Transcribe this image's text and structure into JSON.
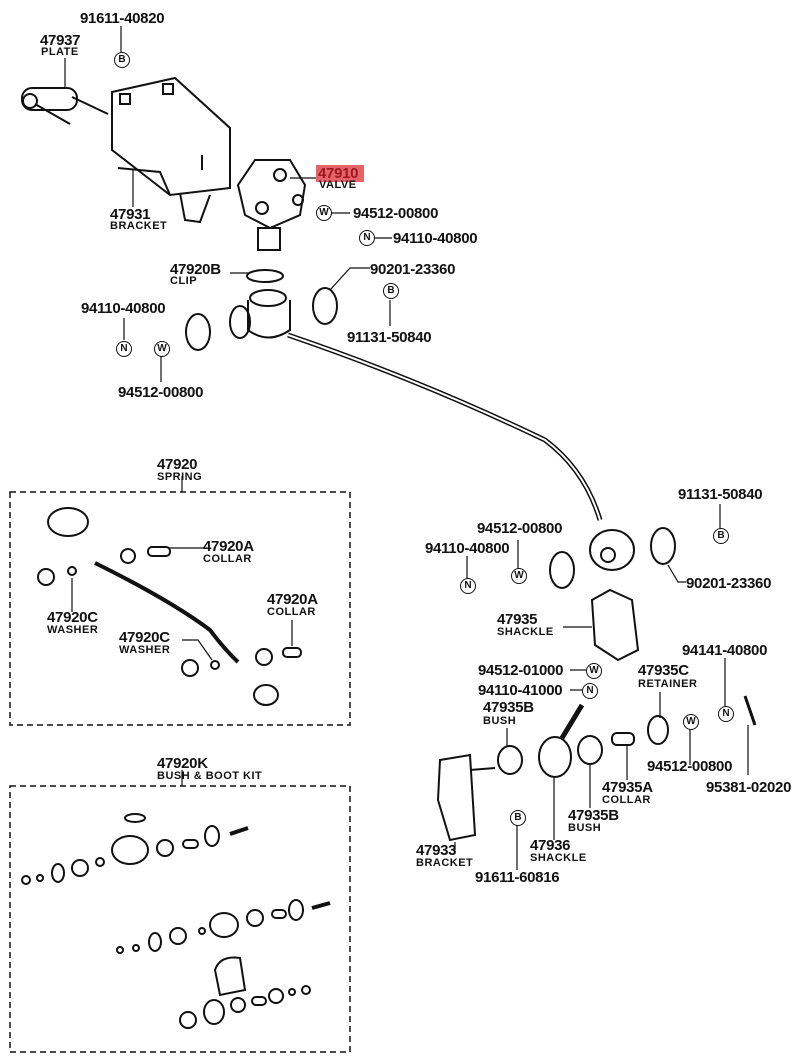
{
  "highlight_color": "#e8626a",
  "parts": {
    "p1": {
      "number": "91611-40820"
    },
    "p2": {
      "number": "47937",
      "name": "PLATE"
    },
    "p3": {
      "number": "47910",
      "name": "VALVE",
      "highlighted": true
    },
    "p4": {
      "number": "94512-00800"
    },
    "p5": {
      "number": "94110-40800"
    },
    "p6": {
      "number": "47931",
      "name": "BRACKET"
    },
    "p7": {
      "number": "47920B",
      "name": "CLIP"
    },
    "p8": {
      "number": "90201-23360"
    },
    "p9": {
      "number": "94110-40800"
    },
    "p10": {
      "number": "91131-50840"
    },
    "p11": {
      "number": "94512-00800"
    },
    "p12": {
      "number": "47920",
      "name": "SPRING"
    },
    "p13": {
      "number": "47920A",
      "name": "COLLAR"
    },
    "p14": {
      "number": "47920C",
      "name": "WASHER"
    },
    "p15": {
      "number": "47920A",
      "name": "COLLAR"
    },
    "p16": {
      "number": "47920C",
      "name": "WASHER"
    },
    "p17": {
      "number": "47920K",
      "name": "BUSH & BOOT KIT"
    },
    "p18": {
      "number": "91131-50840"
    },
    "p19": {
      "number": "94512-00800"
    },
    "p20": {
      "number": "94110-40800"
    },
    "p21": {
      "number": "90201-23360"
    },
    "p22": {
      "number": "47935",
      "name": "SHACKLE"
    },
    "p23": {
      "number": "94141-40800"
    },
    "p24": {
      "number": "94512-01000"
    },
    "p25": {
      "number": "47935C",
      "name": "RETAINER"
    },
    "p26": {
      "number": "94110-41000"
    },
    "p27": {
      "number": "47935B",
      "name": "BUSH"
    },
    "p28": {
      "number": "94512-00800"
    },
    "p29": {
      "number": "95381-02020"
    },
    "p30": {
      "number": "47935A",
      "name": "COLLAR"
    },
    "p31": {
      "number": "47935B",
      "name": "BUSH"
    },
    "p32": {
      "number": "47933",
      "name": "BRACKET"
    },
    "p33": {
      "number": "47936",
      "name": "SHACKLE"
    },
    "p34": {
      "number": "91611-60816"
    }
  },
  "symbols": {
    "bolt": "B",
    "washer": "W",
    "nut": "N"
  }
}
